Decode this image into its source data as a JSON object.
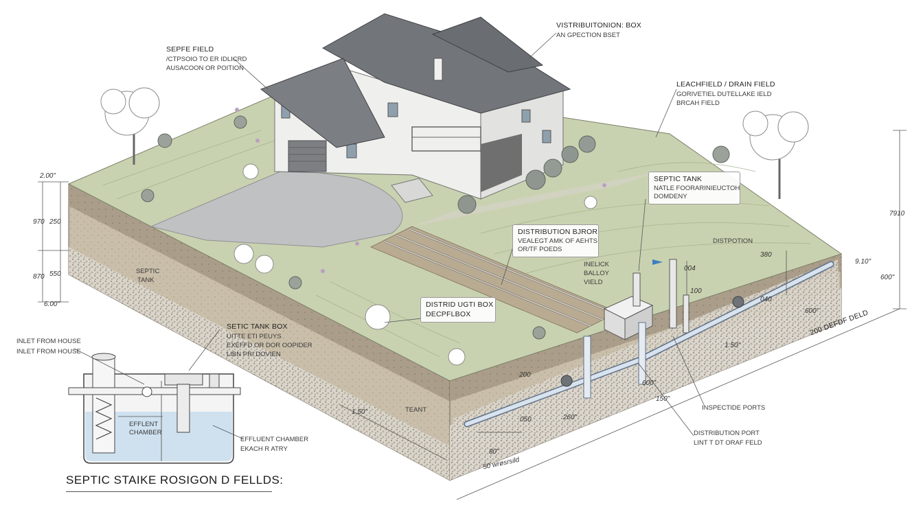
{
  "diagram": {
    "title": "SEPTIC STAIKE ROSIGON D FELLDS:",
    "colors": {
      "lawn": "#c8d1ae",
      "lawn_dark": "#b7c29a",
      "soil_top": "#a99c88",
      "soil_mid": "#c7bba7",
      "gravel": "#d9d4cb",
      "roof": "#6f7378",
      "wall": "#eeeeec",
      "pipe": "#d7dfe8",
      "water": "#c9def0",
      "driveway": "#bfc0c2"
    },
    "labels": {
      "septic_field": {
        "title": "SEPFE FIELD",
        "line1": "/CTPSOIO TO ER IDLICRD",
        "line2": "AUSACOON OR POITION"
      },
      "distribution_box_top": {
        "title": "VISTRIBUITONION: BOX",
        "line1": "AN GPECTION BSET"
      },
      "leachfield": {
        "title": "LEACHFIELD / DRAIN FIELD",
        "line1": "GORIVETIEL DUTELLAKE IELD",
        "line2": "BRCAH FIELD"
      },
      "septic_tank_box": {
        "title": "SEPTIC TANK",
        "line1": "NATLE FOORARINIEUCTOH",
        "line2": "DOMDENY"
      },
      "distribution_bjror": {
        "title": "DISTRIBUTION BJROR",
        "line1": "VEALEGT AMK OF AEHTS",
        "line2": "OR/TF POEDS"
      },
      "inelick": {
        "line1": "INELICK",
        "line2": "BALLOY",
        "line3": "VIELD"
      },
      "distrid_box": {
        "line1": "DISTRID UGTI BOX",
        "line2": "DECPFLBOX"
      },
      "distrpotion": "DISTPOTION",
      "septic_tank_side": {
        "line1": "SEPTIC",
        "line2": "TANK"
      },
      "tank_box": {
        "title": "SETIC TANK BOX",
        "line1": "UITTE ETI PEUYS",
        "line2": "EXEFFD OR DOR OOPIDER",
        "line3": "LIBN PRI DOVIEN"
      },
      "inlet1": "INLET FROM HOUSE",
      "inlet2": "INLET FROM HOUSE",
      "efflent_chamber": {
        "line1": "EFFLENT",
        "line2": "CHAMBER"
      },
      "effluent_chamber": {
        "line1": "EFFLUENT CHAMBER",
        "line2": "EKACH R ATRY"
      },
      "teant": "TEANT",
      "inspection_ports": "INSPECTIDE PORTS",
      "distribution_port": {
        "line1": "DISTRIBUTION PORT",
        "line2": "LINT T DT ORAF FELD"
      },
      "depth_label": "200 DEFDF DELD"
    },
    "dimensions": {
      "d200": "2.00\"",
      "d970": "970",
      "d250": "250",
      "d870": "870",
      "d550": "550",
      "d600": "6.00\"",
      "d150a": "1.50\"",
      "d50": "50 wrøsrsild",
      "d80": "80\"",
      "d260": "260\"",
      "d150b": "150\"",
      "d600b": "600\"",
      "d160": "1.50\"",
      "d600c": "600\"",
      "d7910": "7910",
      "d910": "9.10\"",
      "d600d": "600\"",
      "d004": "004",
      "d380": "380",
      "d040": "040",
      "d100": "100",
      "d200b": "200",
      "d050": "050"
    }
  }
}
